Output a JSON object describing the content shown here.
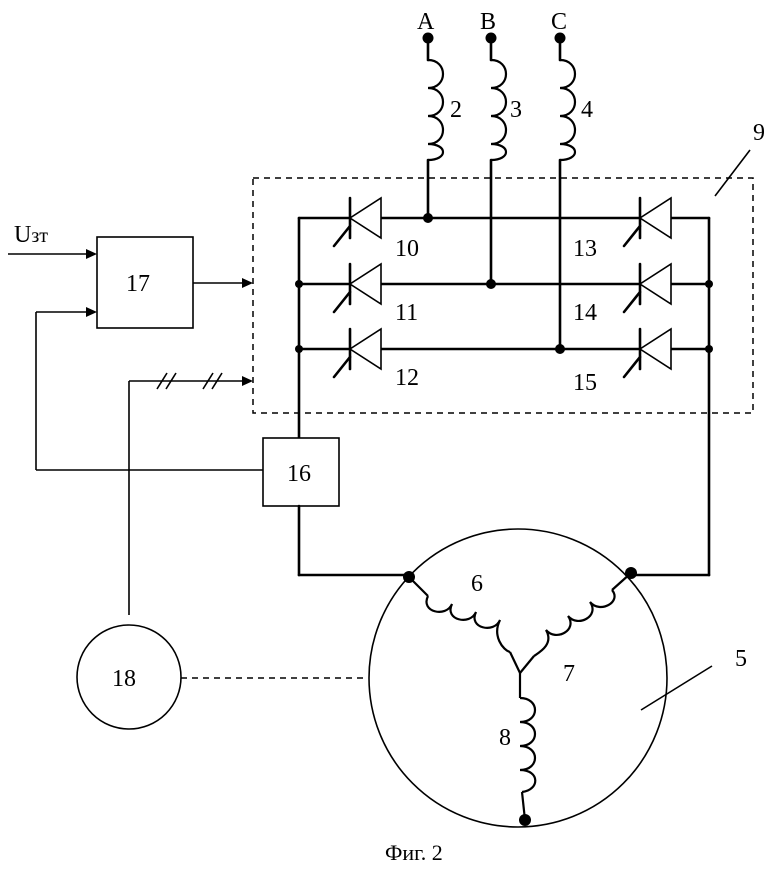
{
  "labels": {
    "phase_a": "A",
    "phase_b": "B",
    "phase_c": "C",
    "reactor_a": "2",
    "reactor_b": "3",
    "reactor_c": "4",
    "motor": "5",
    "winding_1": "6",
    "winding_2": "7",
    "winding_3": "8",
    "converter": "9",
    "thyristor_10": "10",
    "thyristor_11": "11",
    "thyristor_12": "12",
    "thyristor_13": "13",
    "thyristor_14": "14",
    "thyristor_15": "15",
    "sensor_block": "16",
    "control_block": "17",
    "position_sensor": "18",
    "input_signal_main": "U",
    "input_signal_sub": "зт"
  },
  "caption": "Фиг. 2"
}
